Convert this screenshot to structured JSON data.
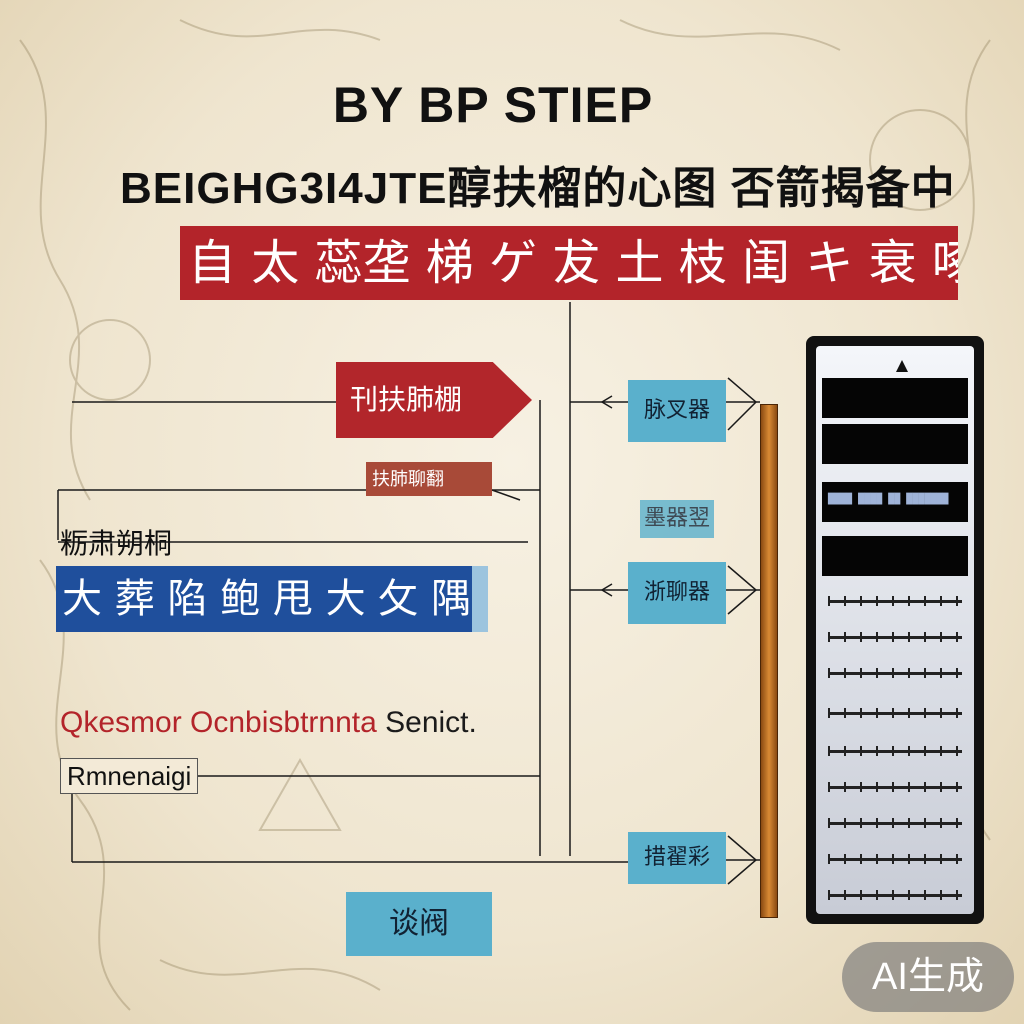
{
  "title_line1": "BY BP STIEP",
  "title_line2": "BEIGHG3I4JTE醇扶榴的心图 否箭揭备中",
  "red_banner": "自 太 蕊垄  梯 ゲ 犮 土 枝 闺 キ 衰 啄 吠",
  "boxes": {
    "red_arrow": "刊扶肺棚",
    "red_small": "扶肺聊翻",
    "blue1": "脉叉器",
    "blue2": "墨器翌",
    "blue3": "浙聊器",
    "blue4": "措翟彩",
    "blue5": "谈阀"
  },
  "left_labels": {
    "label1": "粝肃朔桐",
    "blue_banner": "大 葬 陷 鲍 甩 大 攵 隅 咽",
    "red_line_red": "Qkesmor Ocnbisbtrnnta",
    "red_line_dark": "Senict.",
    "outlined": "Rmnenaigi"
  },
  "rack": {
    "slot_text": "████ ████ ██ ███████"
  },
  "badge": "AI生成",
  "colors": {
    "red": "#b3242a",
    "navy": "#1f4f9c",
    "teal": "#5ab0cc",
    "wood": "#d98a34",
    "parchment": "#f4ecd8"
  }
}
